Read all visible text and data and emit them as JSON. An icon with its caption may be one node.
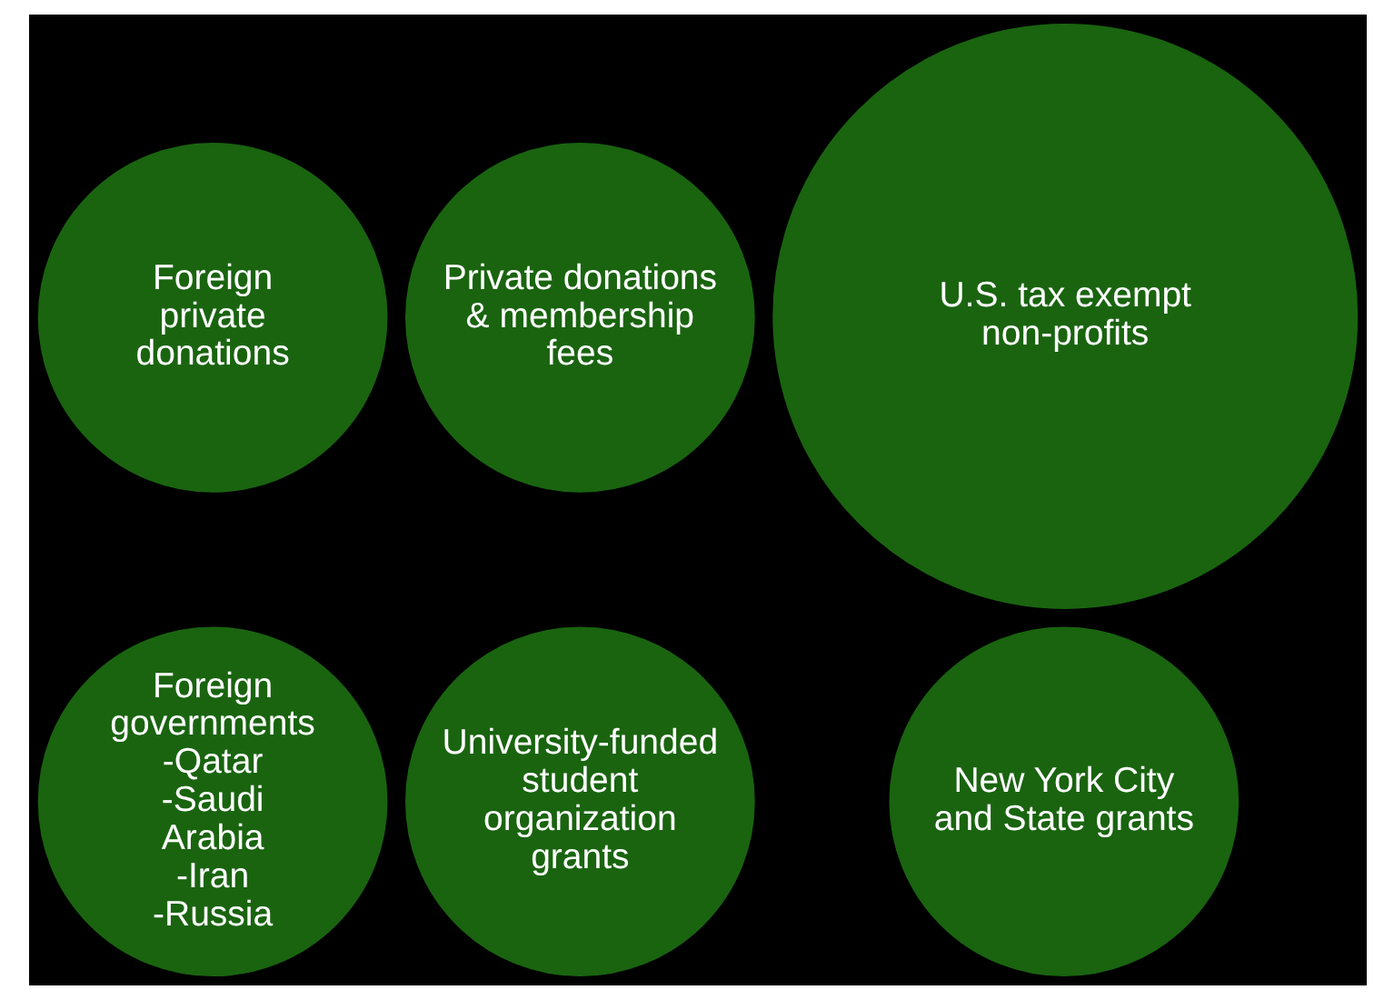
{
  "diagram": {
    "nodes": [
      {
        "text": [
          "Foreign private donations"
        ]
      },
      {
        "text": [
          "Private donations & membership fees"
        ]
      },
      {
        "text": [
          "U.S. tax exempt non-profits"
        ]
      },
      {
        "text": [
          "Foreign governments",
          "-Qatar",
          "-Saudi Arabia",
          "-Iran",
          "-Russia"
        ]
      },
      {
        "text": [
          "University-funded student organization grants"
        ]
      },
      {
        "text": [
          "New York City and State grants"
        ]
      }
    ]
  }
}
